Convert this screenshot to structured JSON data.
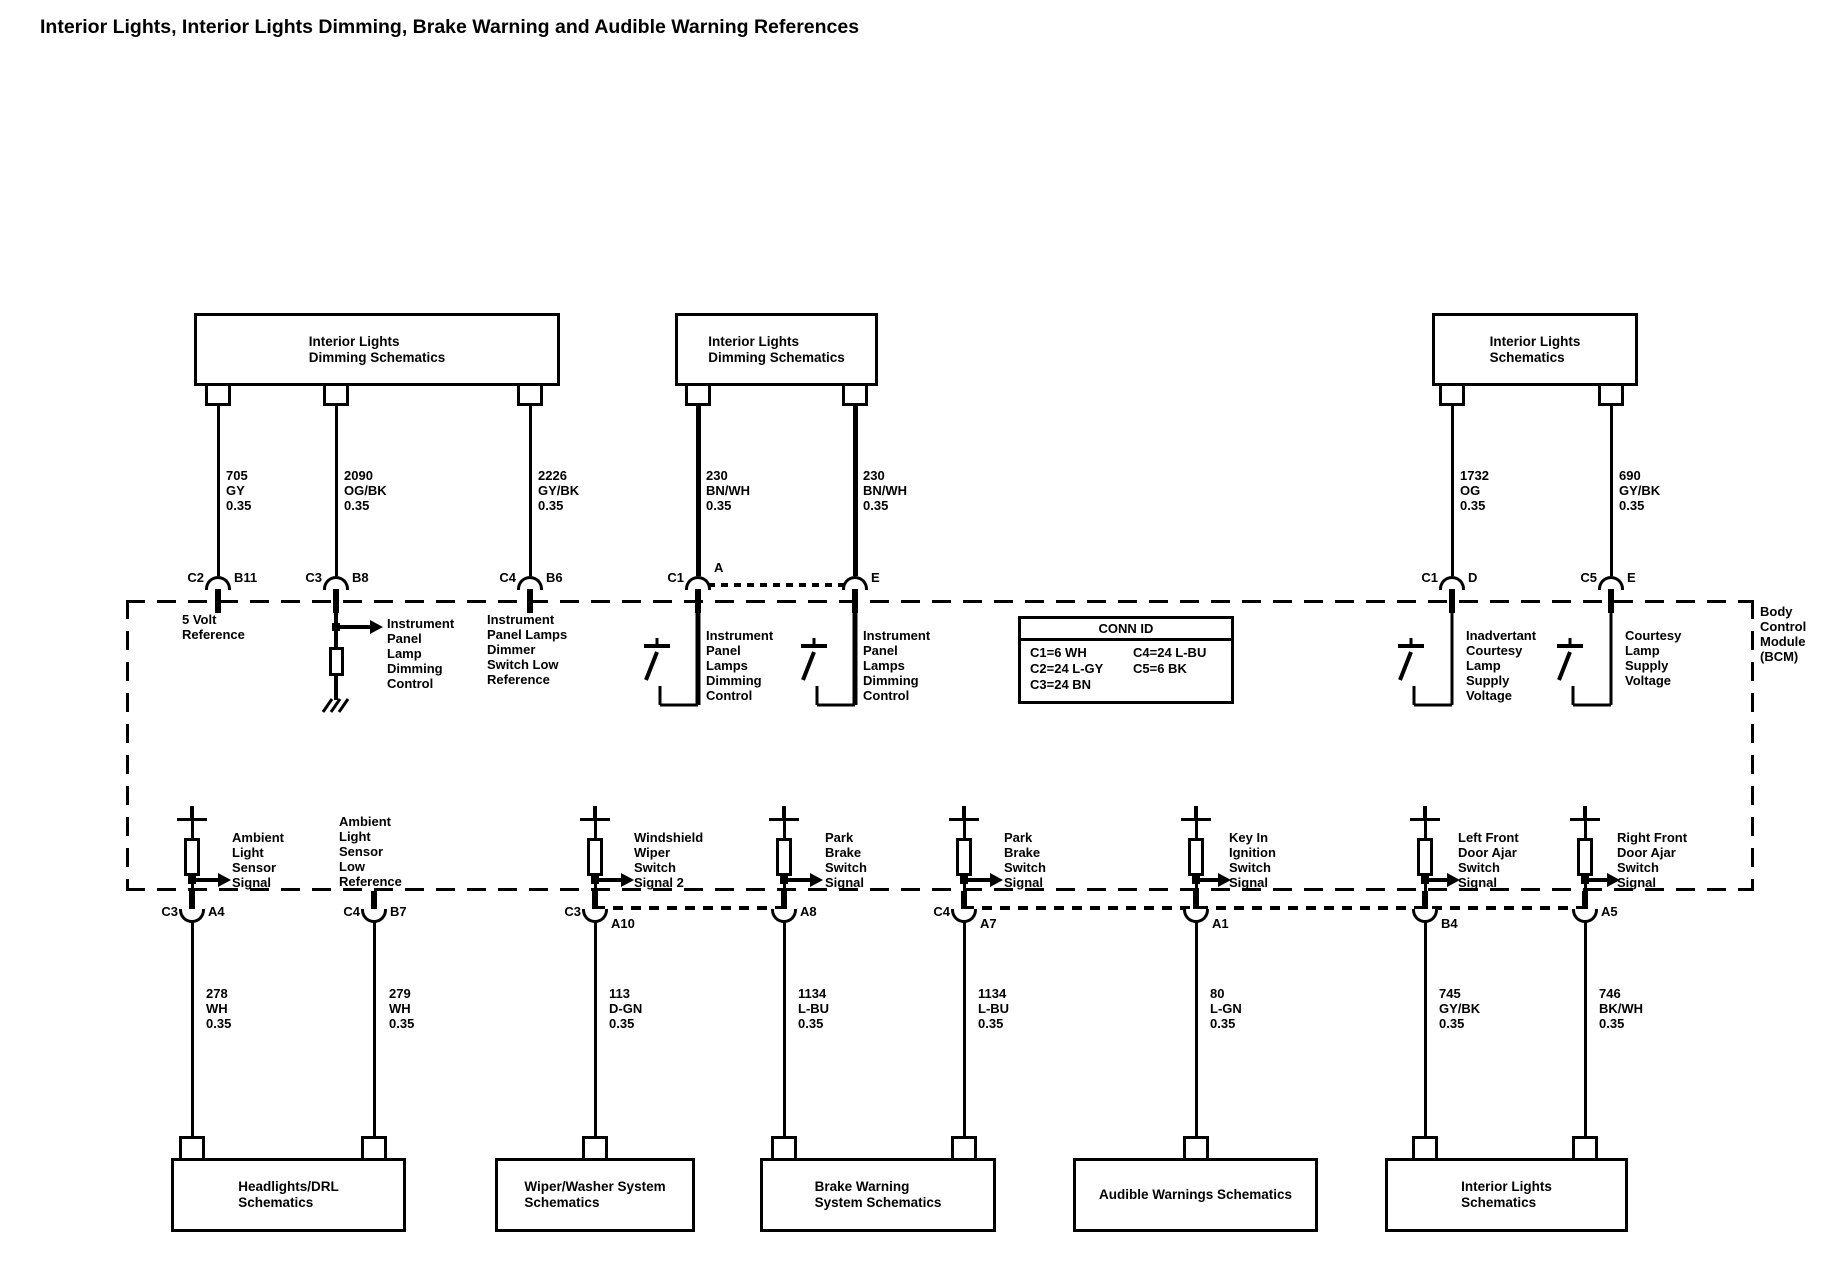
{
  "title": "Interior Lights, Interior Lights Dimming, Brake Warning and Audible Warning References",
  "colors": {
    "line": "#000000",
    "background": "#ffffff"
  },
  "bcm": {
    "label": "Body\nControl\nModule\n(BCM)"
  },
  "conn_id": {
    "title": "CONN ID",
    "entries": [
      "C1=6 WH",
      "C2=24 L-GY",
      "C3=24 BN",
      "C4=24 L-BU",
      "C5=6 BK"
    ]
  },
  "top_boxes": [
    {
      "label": "Interior Lights\nDimming Schematics"
    },
    {
      "label": "Interior Lights\nDimming Schematics"
    },
    {
      "label": "Interior Lights\nSchematics"
    }
  ],
  "top_wires": [
    {
      "circuit": "705",
      "color": "GY",
      "size": "0.35",
      "connector": "C2",
      "pin": "B11",
      "function": "5 Volt\nReference"
    },
    {
      "circuit": "2090",
      "color": "OG/BK",
      "size": "0.35",
      "connector": "C3",
      "pin": "B8",
      "function": "Instrument\nPanel\nLamp\nDimming\nControl"
    },
    {
      "circuit": "2226",
      "color": "GY/BK",
      "size": "0.35",
      "connector": "C4",
      "pin": "B6",
      "function": "Instrument\nPanel Lamps\nDimmer\nSwitch Low\nReference"
    },
    {
      "circuit": "230",
      "color": "BN/WH",
      "size": "0.35",
      "connector": "C1",
      "pin": "A",
      "function": "Instrument\nPanel\nLamps\nDimming\nControl"
    },
    {
      "circuit": "230",
      "color": "BN/WH",
      "size": "0.35",
      "connector": "",
      "pin": "E",
      "function": "Instrument\nPanel\nLamps\nDimming\nControl"
    },
    {
      "circuit": "1732",
      "color": "OG",
      "size": "0.35",
      "connector": "C1",
      "pin": "D",
      "function": "Inadvertant\nCourtesy\nLamp\nSupply\nVoltage"
    },
    {
      "circuit": "690",
      "color": "GY/BK",
      "size": "0.35",
      "connector": "C5",
      "pin": "E",
      "function": "Courtesy\nLamp\nSupply\nVoltage"
    }
  ],
  "bottom_wires": [
    {
      "function": "Ambient\nLight\nSensor\nSignal",
      "connector": "C3",
      "pin": "A4",
      "circuit": "278",
      "color": "WH",
      "size": "0.35"
    },
    {
      "function": "Ambient\nLight\nSensor\nLow\nReference",
      "connector": "C4",
      "pin": "B7",
      "circuit": "279",
      "color": "WH",
      "size": "0.35"
    },
    {
      "function": "Windshield\nWiper\nSwitch\nSignal 2",
      "connector": "C3",
      "pin": "A10",
      "circuit": "113",
      "color": "D-GN",
      "size": "0.35"
    },
    {
      "function": "Park\nBrake\nSwitch\nSignal",
      "connector": "",
      "pin": "A8",
      "circuit": "1134",
      "color": "L-BU",
      "size": "0.35"
    },
    {
      "function": "Park\nBrake\nSwitch\nSignal",
      "connector": "C4",
      "pin": "A7",
      "circuit": "1134",
      "color": "L-BU",
      "size": "0.35"
    },
    {
      "function": "Key In\nIgnition\nSwitch\nSignal",
      "connector": "",
      "pin": "A1",
      "circuit": "80",
      "color": "L-GN",
      "size": "0.35"
    },
    {
      "function": "Left Front\nDoor Ajar\nSwitch\nSignal",
      "connector": "",
      "pin": "B4",
      "circuit": "745",
      "color": "GY/BK",
      "size": "0.35"
    },
    {
      "function": "Right Front\nDoor Ajar\nSwitch\nSignal",
      "connector": "",
      "pin": "A5",
      "circuit": "746",
      "color": "BK/WH",
      "size": "0.35"
    }
  ],
  "bottom_boxes": [
    {
      "label": "Headlights/DRL\nSchematics"
    },
    {
      "label": "Wiper/Washer System\nSchematics"
    },
    {
      "label": "Brake Warning\nSystem Schematics"
    },
    {
      "label": "Audible Warnings Schematics"
    },
    {
      "label": "Interior Lights\nSchematics"
    }
  ]
}
